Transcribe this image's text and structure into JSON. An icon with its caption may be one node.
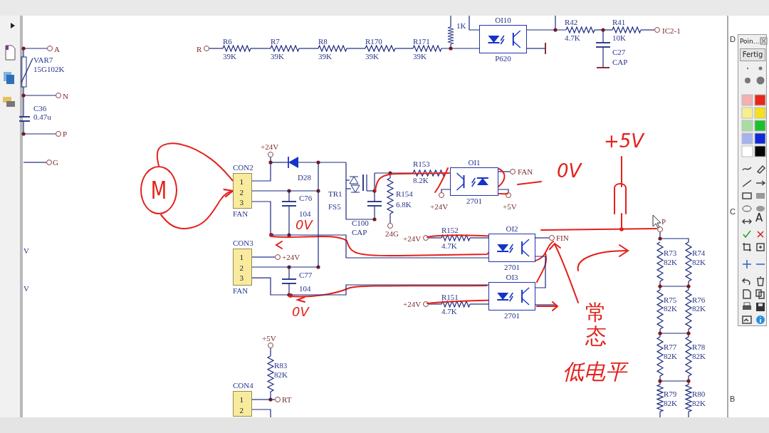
{
  "diagram": {
    "nodes": [
      {
        "text": [
          "OI10"
        ],
        "beside": [
          "P620"
        ]
      },
      {
        "text": [
          "OI1"
        ],
        "beside": [
          "2701"
        ]
      },
      {
        "text": [
          "M"
        ]
      },
      {
        "text": [
          "CON2",
          "1",
          "2",
          "3"
        ],
        "beside": [
          "FAN"
        ]
      },
      {
        "text": [
          "OI2"
        ],
        "beside": [
          "2701"
        ]
      },
      {
        "text": [
          "CON3",
          "1",
          "2",
          "3"
        ],
        "beside": [
          "FAN"
        ]
      },
      {
        "text": [
          "OI3"
        ],
        "beside": [
          "2701"
        ]
      },
      {
        "text": [
          "CON4",
          "1",
          "2"
        ]
      }
    ],
    "edges": [
      {
        "from": 2,
        "to": 3,
        "arrow": "none",
        "color": "#e3211b"
      },
      {
        "from": 2,
        "to": 3,
        "arrow": "to",
        "color": "#e3211b"
      },
      {
        "from": 3,
        "to": 4,
        "arrow": "none"
      },
      {
        "from": 5,
        "to": 6,
        "arrow": "none"
      },
      {
        "from": 4,
        "to": 6,
        "arrow": "none"
      },
      {
        "from": 3,
        "to": 5,
        "arrow": "none"
      }
    ],
    "labels": [
      "1K",
      "R42",
      "R41",
      "A",
      "R",
      "R6",
      "R7",
      "R8",
      "R170",
      "R171",
      "IC2-1",
      "4.7K",
      "10K",
      "39K",
      "39K",
      "39K",
      "39K",
      "39K",
      "VAR7",
      "15G102K",
      "C27",
      "CAP",
      "N",
      "C36",
      "0.47u",
      "P",
      "+5V",
      "+24V",
      "G",
      "R153",
      "D28",
      "FAN",
      "0V",
      "8.2K",
      "C76",
      "TR1",
      "R154",
      "FS5",
      "6.8K",
      "+24V",
      "+5V",
      "104",
      "C100",
      "P",
      "0V",
      "CAP",
      "24G",
      "+24V",
      "R152",
      "FIN",
      "4.7K",
      "V",
      "R73",
      "82K",
      "R74",
      "82K",
      "+24V",
      "C77",
      "V",
      "104",
      "R151",
      "R75",
      "82K",
      "R76",
      "82K",
      "+24V",
      "4.7K",
      "0V",
      "常态",
      "+5V",
      "R77",
      "82K",
      "R78",
      "82K",
      "R83",
      "82K",
      "低电平",
      "R79",
      "82K",
      "R80",
      "82K",
      "RT",
      "D",
      "C",
      "B",
      "Poin...",
      "Fertig",
      "A"
    ]
  }
}
